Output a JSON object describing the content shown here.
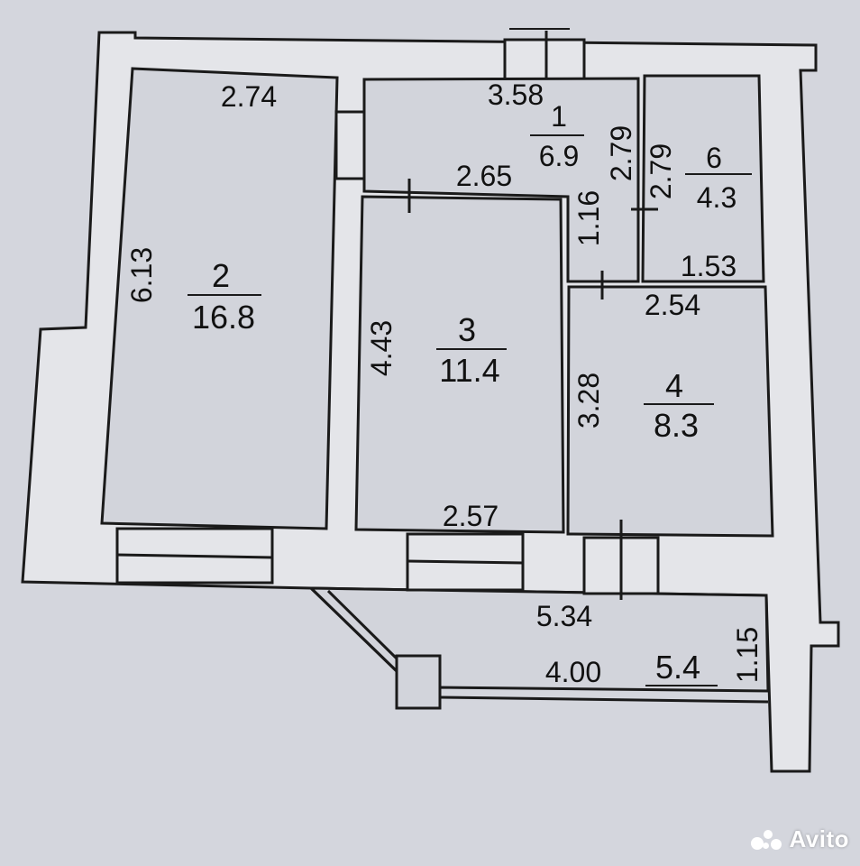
{
  "plan": {
    "colors": {
      "paper": "#d4d6dd",
      "wall": "#e4e5e9",
      "room": "#d2d4db",
      "ink": "#1a1a1a"
    },
    "rooms": [
      {
        "id": "1",
        "number": "1",
        "area": "6.9"
      },
      {
        "id": "2",
        "number": "2",
        "area": "16.8"
      },
      {
        "id": "3",
        "number": "3",
        "area": "11.4"
      },
      {
        "id": "4",
        "number": "4",
        "area": "8.3"
      },
      {
        "id": "5",
        "number": "",
        "area": "5.4"
      },
      {
        "id": "6",
        "number": "6",
        "area": "4.3"
      }
    ],
    "dimensions": {
      "room2_top": "2.74",
      "room2_left": "6.13",
      "room1_top": "3.58",
      "room1_right": "2.79",
      "room1_bottom": "2.65",
      "room1_nook": "1.16",
      "room6_left": "2.79",
      "room6_bottom": "1.53",
      "room3_left": "4.43",
      "room3_bottom": "2.57",
      "room4_top": "2.54",
      "room4_left": "3.28",
      "balcony_top": "5.34",
      "balcony_bottom": "4.00",
      "balcony_right": "1.15"
    }
  },
  "watermark": {
    "text": "Avito"
  }
}
